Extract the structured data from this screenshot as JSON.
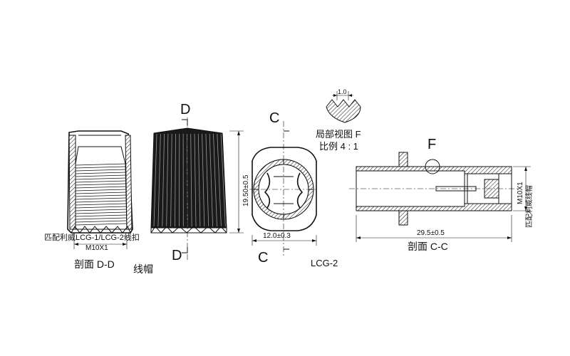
{
  "labels": {
    "section_dd": "剖面 D-D",
    "cap": "线帽",
    "model": "LCG-2",
    "detail_f_line1": "局部视图 F",
    "detail_f_line2": "比例 4 : 1",
    "section_cc": "剖面 C-C",
    "match_left": "匹配利威LCG-1/LCG-2线扣",
    "match_right": "匹配利威线帽",
    "letter_d_top": "D",
    "letter_d_bottom": "D",
    "letter_c_top": "C",
    "letter_c_bottom": "C",
    "letter_f": "F"
  },
  "dimensions": {
    "thread_left": "M10X1",
    "height": "19.50±0.5",
    "width_front": "12.0±0.3",
    "detail_pitch": "1.0",
    "length_cc": "29.5±0.5",
    "thread_right": "M10X1"
  }
}
